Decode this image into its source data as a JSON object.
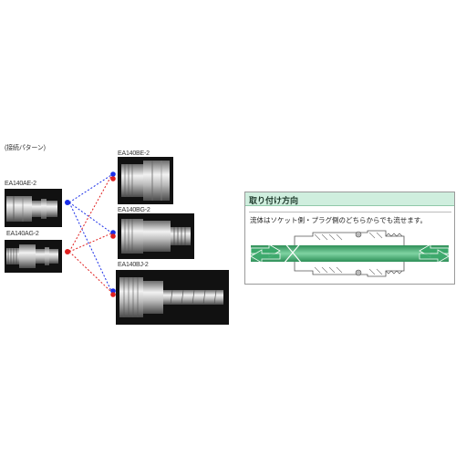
{
  "section_label": "(接続パターン)",
  "plugs": [
    {
      "id": "plug-ae",
      "label": "EA140AE-2"
    },
    {
      "id": "plug-ag",
      "label": "EA140AG-2"
    }
  ],
  "sockets": [
    {
      "id": "socket-be",
      "label": "EA140BE-2"
    },
    {
      "id": "socket-bg",
      "label": "EA140BG-2"
    },
    {
      "id": "socket-bj",
      "label": "EA140BJ-2"
    }
  ],
  "colors": {
    "connector_blue": "#1a2ee8",
    "connector_red": "#e02020",
    "panel_header": "#cfeede",
    "flow_green": "#3aa86a"
  },
  "install_panel": {
    "title": "取り付け方向",
    "note": "流体はソケット側・プラグ側のどちらからでも流せます。"
  }
}
